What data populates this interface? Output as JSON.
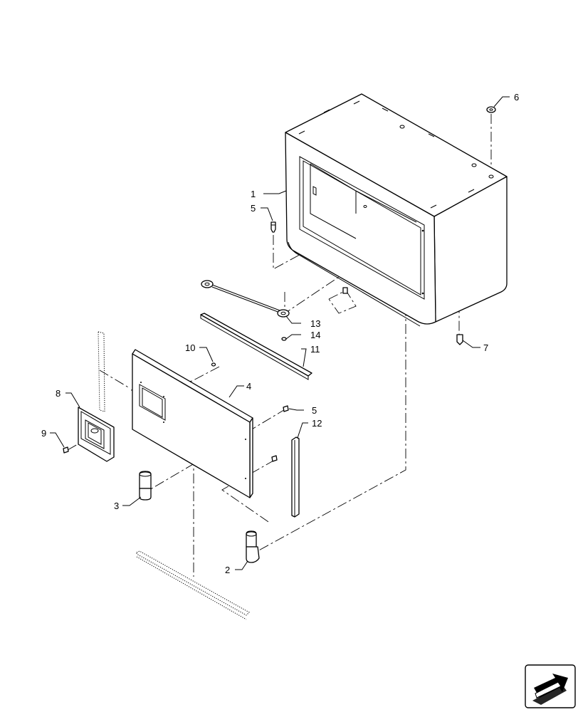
{
  "callouts": [
    {
      "id": "c1",
      "label": "1"
    },
    {
      "id": "c2",
      "label": "2"
    },
    {
      "id": "c3",
      "label": "3"
    },
    {
      "id": "c4",
      "label": "4"
    },
    {
      "id": "c5a",
      "label": "5"
    },
    {
      "id": "c5b",
      "label": "5"
    },
    {
      "id": "c6",
      "label": "6"
    },
    {
      "id": "c7",
      "label": "7"
    },
    {
      "id": "c8",
      "label": "8"
    },
    {
      "id": "c9",
      "label": "9"
    },
    {
      "id": "c10",
      "label": "10"
    },
    {
      "id": "c11",
      "label": "11"
    },
    {
      "id": "c12",
      "label": "12"
    },
    {
      "id": "c13",
      "label": "13"
    },
    {
      "id": "c14",
      "label": "14"
    }
  ],
  "icons": {
    "nav": "next-page-arrow-icon"
  },
  "colors": {
    "line": "#000000",
    "background": "#ffffff"
  }
}
